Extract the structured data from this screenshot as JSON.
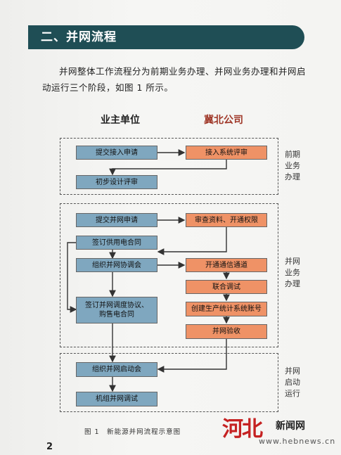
{
  "header": {
    "title": "二、并网流程"
  },
  "intro": {
    "text": "并网整体工作流程分为前期业务办理、并网业务办理和并网启动运行三个阶段，如图 1 所示。"
  },
  "columns": {
    "left": "业主单位",
    "right": "冀北公司"
  },
  "stages": {
    "early": "前期业务办理",
    "grid": "并网业务办理",
    "startup": "并网启动运行"
  },
  "boxes": {
    "submit_access": "提交接入申请",
    "access_review": "接入系统评审",
    "preliminary_design": "初步设计评审",
    "submit_grid": "提交并网申请",
    "review_data": "审查资料、开通权限",
    "sign_supply": "签订供用电合同",
    "coordination": "组织并网协调会",
    "open_comm": "开通通信通道",
    "joint_debug": "联合调试",
    "create_account": "创建生产统计系统账号",
    "sign_dispatch": "签订并网调度协议、购售电合同",
    "acceptance": "并网验收",
    "startup_meeting": "组织并网启动会",
    "unit_debug": "机组并网调试"
  },
  "caption": "图 1　新能源并网流程示意图",
  "page_number": "2",
  "watermark": {
    "logo": "河北",
    "name": "新闻网",
    "url": "www.hebnews.cn"
  }
}
